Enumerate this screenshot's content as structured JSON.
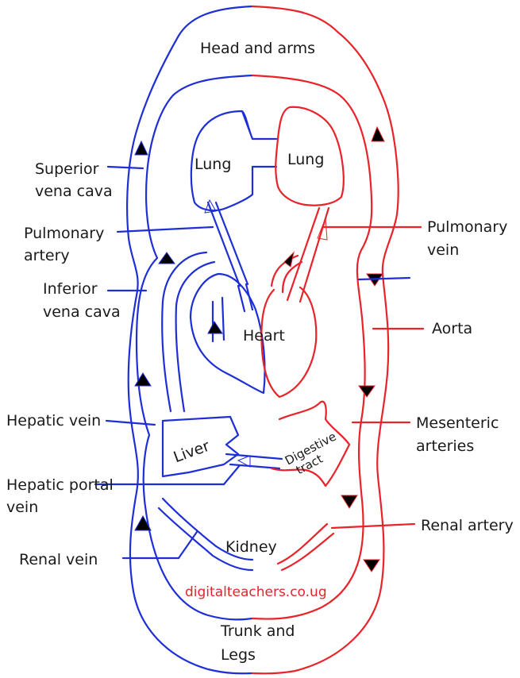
{
  "labels": {
    "head_arms": "Head and arms",
    "lung_left": "Lung",
    "lung_right": "Lung",
    "heart": "Heart",
    "liver": "Liver",
    "digestive_1": "Digestive",
    "digestive_2": "tract",
    "kidney": "Kidney",
    "trunk_1": "Trunk and",
    "trunk_2": "Legs",
    "superior_vc_1": "Superior",
    "superior_vc_2": "vena cava",
    "pulm_artery_1": "Pulmonary",
    "pulm_artery_2": "artery",
    "inferior_vc_1": "Inferior",
    "inferior_vc_2": "vena cava",
    "hepatic_vein": "Hepatic vein",
    "hepatic_portal_1": "Hepatic portal",
    "hepatic_portal_2": "vein",
    "renal_vein": "Renal vein",
    "pulm_vein_1": "Pulmonary",
    "pulm_vein_2": "vein",
    "aorta": "Aorta",
    "mesenteric_1": "Mesenteric",
    "mesenteric_2": "arteries",
    "renal_artery": "Renal artery"
  },
  "watermark": "digitalteachers.co.ug",
  "colors": {
    "deoxygenated": "#1f2fd6",
    "oxygenated": "#e8232a",
    "text": "#1a1a1a",
    "watermark": "#e0262a"
  }
}
